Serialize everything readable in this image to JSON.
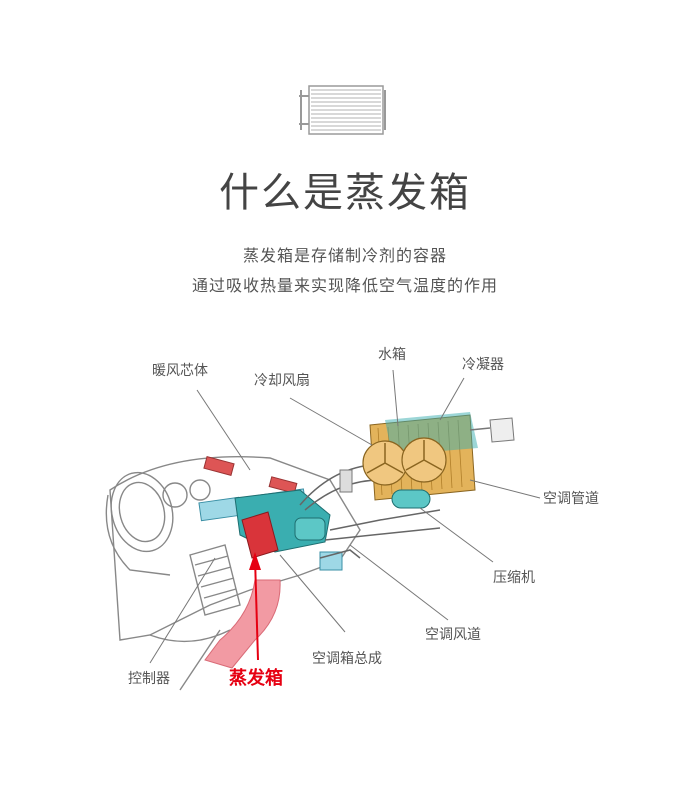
{
  "page": {
    "title": "什么是蒸发箱",
    "subtitle_lines": [
      "蒸发箱是存储制冷剂的容器",
      "通过吸收热量来实现降低空气温度的作用"
    ]
  },
  "icons": {
    "top": "evaporator-icon"
  },
  "diagram": {
    "labels": {
      "heater_core": "暖风芯体",
      "cooling_fan": "冷却风扇",
      "water_tank": "水箱",
      "condenser": "冷凝器",
      "ac_pipe": "空调管道",
      "compressor": "压缩机",
      "ac_duct": "空调风道",
      "ac_box_assembly": "空调箱总成",
      "controller": "控制器",
      "evaporator": "蒸发箱"
    },
    "highlight_color": "#e60012"
  }
}
